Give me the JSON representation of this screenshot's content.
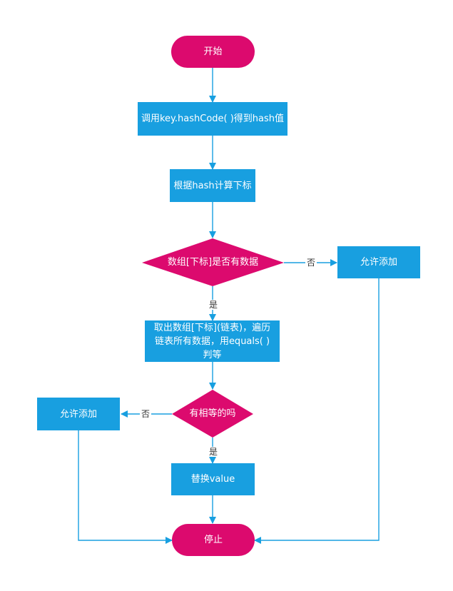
{
  "nodes": {
    "start": "开始",
    "hashcode": "调用key.hashCode( )得到hash值",
    "index": "根据hash计算下标",
    "check_array": "数组[下标]是否有数据",
    "add_right": "允许添加",
    "traverse": "取出数组[下标](链表)，遍历链表所有数据，用equals( )判等",
    "check_equal": "有相等的吗",
    "add_left": "允许添加",
    "replace": "替换value",
    "stop": "停止"
  },
  "edge_labels": {
    "array_no": "否",
    "array_yes": "是",
    "equal_no": "否",
    "equal_yes": "是"
  },
  "colors": {
    "process": "#189fe0",
    "terminal": "#dc0a6e",
    "decision": "#dc0a6e",
    "connector": "#189fe0"
  }
}
